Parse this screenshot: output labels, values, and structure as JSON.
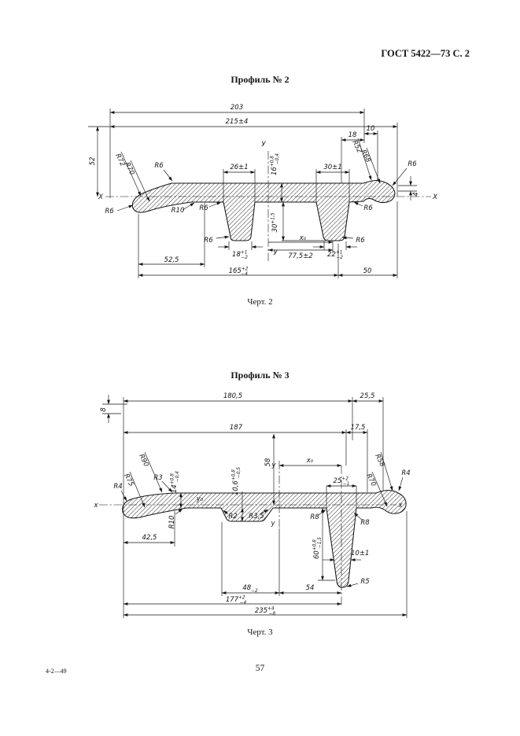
{
  "page": {
    "header": "ГОСТ 5422—73 С. 2",
    "footer_code": "4-2—49",
    "page_number": "57"
  },
  "profile2": {
    "title": "Профиль № 2",
    "caption": "Черт. 2",
    "dims": {
      "d203": "203",
      "d215": "215±4",
      "d18": "18",
      "d10": "10",
      "d52": "52",
      "d26": "26±1",
      "d30top": "30±1",
      "d16": {
        "nom": "16",
        "up": "+0,8",
        "dn": "−0,4"
      },
      "d30leg": {
        "nom": "30",
        "up": "+1,5"
      },
      "d18leg": {
        "nom": "18",
        "up": "+1",
        "dn": "−2"
      },
      "d22leg": {
        "nom": "22",
        "up": "+1",
        "dn": "−2"
      },
      "d77": "77,5±2",
      "d52_5": "52,5",
      "d165": {
        "nom": "165",
        "up": "+2",
        "dn": "−4"
      },
      "d50": "50",
      "d4": "4"
    },
    "radii": {
      "r72": "R72",
      "r70": "R70",
      "r6": "R6",
      "r10": "R10",
      "r52": "R52",
      "r68": "R68"
    },
    "axes": {
      "x": "X",
      "y": "У",
      "x0": "x₀"
    }
  },
  "profile3": {
    "title": "Профиль № 3",
    "caption": "Черт. 3",
    "dims": {
      "d180": "180,5",
      "d25_5": "25,5",
      "d8": "8",
      "d187": "187",
      "d17_5": "17,5",
      "d58": "58",
      "d14": {
        "nom": "14",
        "up": "+0,8",
        "dn": "−0,4"
      },
      "d10_6": {
        "nom": "10,6",
        "up": "+0,8",
        "dn": "−0,5"
      },
      "d25": {
        "nom": "25",
        "up": "+2",
        "dn": "−1"
      },
      "d42_5": "42,5",
      "d60": {
        "nom": "60",
        "up": "+0,8",
        "dn": "−1,5"
      },
      "d10": "10±1",
      "d48": {
        "nom": "48",
        "dn": "−2"
      },
      "d54": "54",
      "d177": {
        "nom": "177",
        "up": "+2",
        "dn": "−4"
      },
      "d235": {
        "nom": "235",
        "up": "+4",
        "dn": "−8"
      }
    },
    "radii": {
      "r90": "R90",
      "r75": "R75",
      "r58": "R58",
      "r70": "R70",
      "r3": "R3",
      "r4": "R4",
      "r10": "R10",
      "r2": "R2",
      "r3_5": "R3,5",
      "r8": "R8",
      "r5": "R5"
    },
    "axes": {
      "x": "x",
      "y": "у",
      "x0": "x₀",
      "y0": "у₀"
    }
  }
}
